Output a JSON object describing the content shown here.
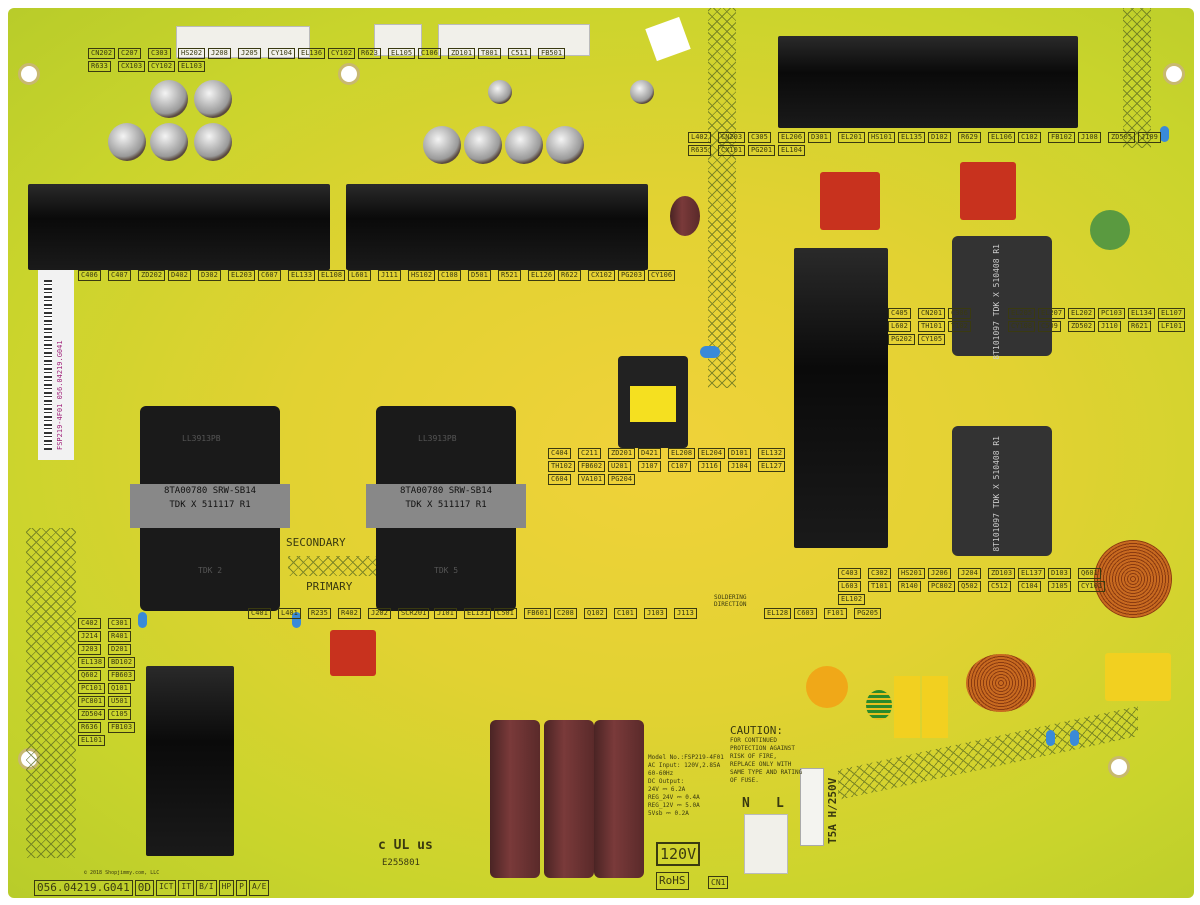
{
  "board": {
    "part_number": "056.04219.G041",
    "revision": "0D",
    "qc_boxes": [
      "ICT",
      "IT",
      "B/I",
      "HP",
      "P",
      "A/E"
    ],
    "copyright": "© 2018 Shopjimmy.com, LLC",
    "model_label": {
      "model": "Model No.:FSP219-4F01",
      "ac_input": "AC Input: 120V,2.85A 60-60Hz",
      "dc_output_title": "DC Output:",
      "dc_outputs": [
        "24V ⎓ 6.2A",
        "REG_24V ⎓ 0.4A",
        "REG_12V ⎓ 5.0A",
        "5Vsb ⎓ 0.2A"
      ]
    },
    "caution": {
      "title": "CAUTION:",
      "text": "FOR CONTINUED PROTECTION AGAINST RISK OF FIRE, REPLACE ONLY WITH SAME TYPE AND RATING OF FUSE."
    },
    "fuse_rating": "T5A H/250V",
    "voltage_box": "120V",
    "rohs": "RoHS",
    "cn1": "CN1",
    "n_label": "N",
    "l_label": "L",
    "ul_mark": "c UL us",
    "ul_number": "E255801",
    "secondary": "SECONDARY",
    "primary": "PRIMARY",
    "soldering_direction": "SOLDERING DIRECTION",
    "barcode_text": "FSP219-4F01 056.04219.G041",
    "transformers": [
      {
        "top": "LL3913PB",
        "tape1": "8TA00780 SRW-SB14",
        "tape2": "TDK X 511117 R1",
        "bottom": "TDK 2"
      },
      {
        "top": "LL3913PB",
        "tape1": "8TA00780 SRW-SB14",
        "tape2": "TDK X 511117 R1",
        "bottom": "TDK 5"
      }
    ],
    "pfc_inductors": [
      {
        "text": "8T101097 TDK X 510408 R1"
      },
      {
        "text": "8T101097 TDK X 510408 R1"
      }
    ],
    "designators": [
      "CN202",
      "L402",
      "C405",
      "C406",
      "C404",
      "C401",
      "C402",
      "C403",
      "C207",
      "CN203",
      "CN201",
      "C407",
      "C211",
      "L401",
      "C301",
      "C302",
      "C303",
      "C305",
      "C306",
      "ZD202",
      "ZD201",
      "R235",
      "J214",
      "HS201",
      "HS202",
      "EL206",
      "EL205",
      "D402",
      "D421",
      "R402",
      "R401",
      "J206",
      "J208",
      "D301",
      "EL207",
      "D302",
      "EL208",
      "J202",
      "J203",
      "J204",
      "J205",
      "EL201",
      "EL202",
      "EL203",
      "EL204",
      "SCR201",
      "D201",
      "ZD103",
      "CY104",
      "HS101",
      "PC103",
      "C607",
      "D101",
      "J101",
      "EL138",
      "EL137",
      "EL136",
      "EL135",
      "EL134",
      "EL133",
      "EL132",
      "EL131",
      "BD102",
      "D103",
      "CY102",
      "D102",
      "EL107",
      "EL108",
      "TH102",
      "C501",
      "Q602",
      "Q601",
      "R623",
      "R629",
      "L602",
      "L601",
      "FB602",
      "FB601",
      "FB603",
      "L603",
      "EL105",
      "EL106",
      "TH101",
      "J111",
      "U201",
      "C208",
      "PC101",
      "T101",
      "C106",
      "C102",
      "T102",
      "HS102",
      "J107",
      "Q102",
      "Q101",
      "R140",
      "ZD101",
      "FB102",
      "CY108",
      "C108",
      "C107",
      "C101",
      "PC801",
      "PC802",
      "T801",
      "J108",
      "C509",
      "D501",
      "J116",
      "J103",
      "U501",
      "Q502",
      "C511",
      "ZD505",
      "ZD502",
      "R521",
      "J104",
      "J113",
      "ZD504",
      "C512",
      "FB501",
      "J109",
      "J110",
      "EL126",
      "EL127",
      "EL128",
      "C105",
      "C104",
      "R633",
      "R635",
      "R621",
      "R622",
      "C604",
      "C603",
      "R636",
      "J105",
      "CX103",
      "CX101",
      "LF101",
      "CX102",
      "VA101",
      "F101",
      "FB103",
      "CY101",
      "CY102",
      "PG201",
      "PG202",
      "PG203",
      "PG204",
      "PG205",
      "EL101",
      "EL102",
      "EL103",
      "EL104",
      "CY105",
      "CY106"
    ]
  }
}
